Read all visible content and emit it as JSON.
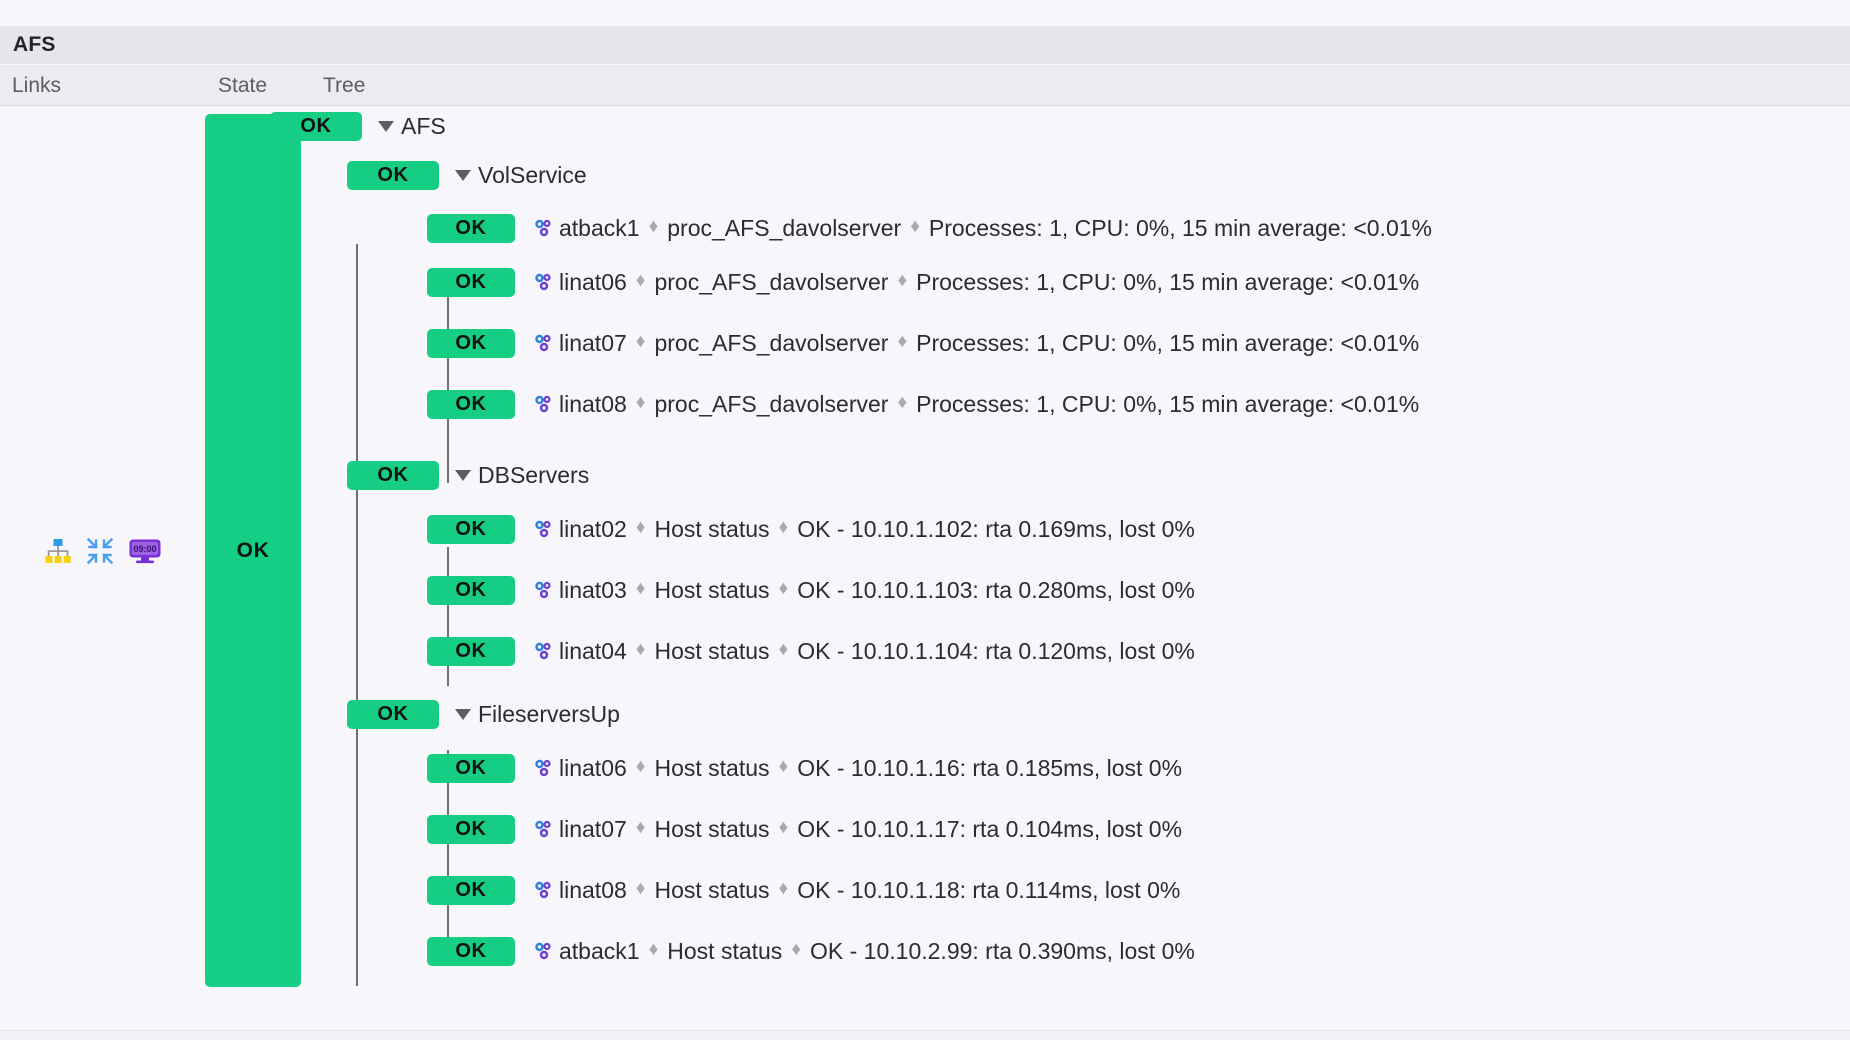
{
  "window": {
    "title": "AFS"
  },
  "columns": {
    "links": "Links",
    "state": "State",
    "tree": "Tree"
  },
  "links": {
    "icons": [
      {
        "name": "hierarchy-tree-icon",
        "title": "Tree view"
      },
      {
        "name": "collapse-arrows-icon",
        "title": "Collapse"
      },
      {
        "name": "availability-timer-icon",
        "title": "09:00",
        "label": "09:00"
      }
    ]
  },
  "state": {
    "value": "OK",
    "color": "#15ce83"
  },
  "tree": {
    "caret": "▼",
    "separator": "♦",
    "root": {
      "state": "OK",
      "label": "AFS"
    },
    "groups": [
      {
        "state": "OK",
        "label": "VolService",
        "items": [
          {
            "state": "OK",
            "host": "atback1",
            "service": "proc_AFS_davolserver",
            "summary": "Processes: 1, CPU: 0%, 15 min average: <0.01%"
          },
          {
            "state": "OK",
            "host": "linat06",
            "service": "proc_AFS_davolserver",
            "summary": "Processes: 1, CPU: 0%, 15 min average: <0.01%"
          },
          {
            "state": "OK",
            "host": "linat07",
            "service": "proc_AFS_davolserver",
            "summary": "Processes: 1, CPU: 0%, 15 min average: <0.01%"
          },
          {
            "state": "OK",
            "host": "linat08",
            "service": "proc_AFS_davolserver",
            "summary": "Processes: 1, CPU: 0%, 15 min average: <0.01%"
          }
        ]
      },
      {
        "state": "OK",
        "label": "DBServers",
        "items": [
          {
            "state": "OK",
            "host": "linat02",
            "service": "Host status",
            "summary": "OK - 10.10.1.102: rta 0.169ms, lost 0%"
          },
          {
            "state": "OK",
            "host": "linat03",
            "service": "Host status",
            "summary": "OK - 10.10.1.103: rta 0.280ms, lost 0%"
          },
          {
            "state": "OK",
            "host": "linat04",
            "service": "Host status",
            "summary": "OK - 10.10.1.104: rta 0.120ms, lost 0%"
          }
        ]
      },
      {
        "state": "OK",
        "label": "FileserversUp",
        "items": [
          {
            "state": "OK",
            "host": "linat06",
            "service": "Host status",
            "summary": "OK - 10.10.1.16: rta 0.185ms, lost 0%"
          },
          {
            "state": "OK",
            "host": "linat07",
            "service": "Host status",
            "summary": "OK - 10.10.1.17: rta 0.104ms, lost 0%"
          },
          {
            "state": "OK",
            "host": "linat08",
            "service": "Host status",
            "summary": "OK - 10.10.1.18: rta 0.114ms, lost 0%"
          },
          {
            "state": "OK",
            "host": "atback1",
            "service": "Host status",
            "summary": "OK - 10.10.2.99: rta 0.390ms, lost 0%"
          }
        ]
      }
    ]
  }
}
